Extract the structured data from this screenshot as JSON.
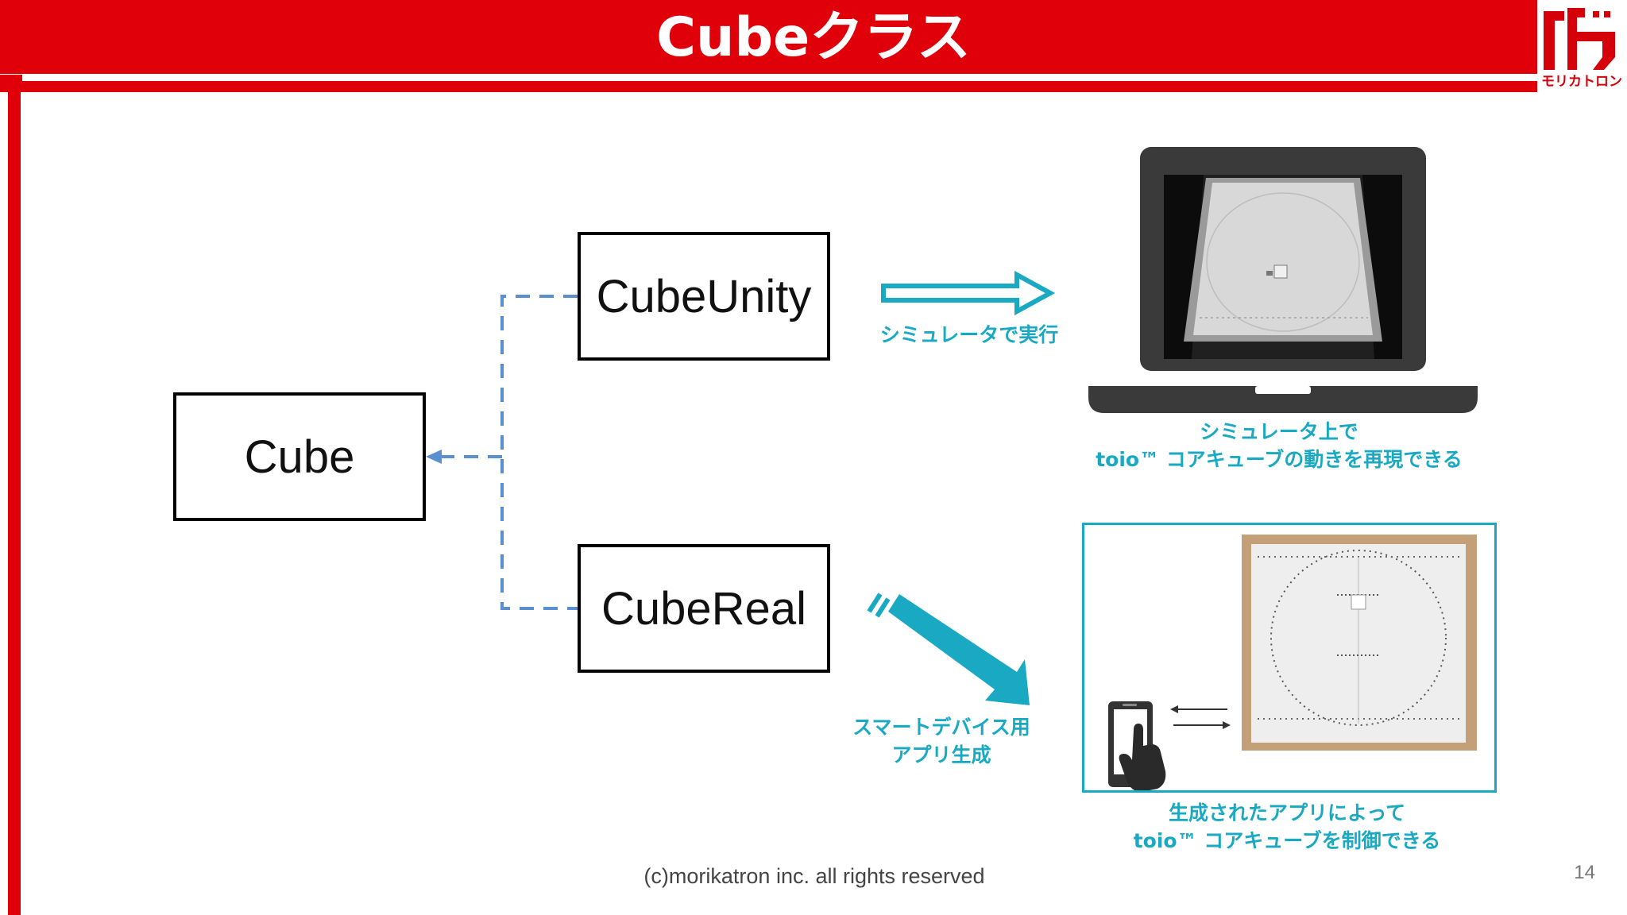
{
  "slide": {
    "title": "Cubeクラス",
    "page_number": "14",
    "footer": "(c)morikatron inc. all rights reserved"
  },
  "logo": {
    "text": "モリカトロン"
  },
  "diagram": {
    "nodes": {
      "cube": "Cube",
      "cube_unity": "CubeUnity",
      "cube_real": "CubeReal"
    }
  },
  "captions": {
    "simulator_run": "シミュレータで実行",
    "simulator_line1": "シミュレータ上で",
    "simulator_line2": "toio™ コアキューブの動きを再現できる",
    "app_line1": "スマートデバイス用",
    "app_line2": "アプリ生成",
    "real_line1": "生成されたアプリによって",
    "real_line2": "toio™ コアキューブを制御できる"
  },
  "colors": {
    "brand_red": "#e0000a",
    "accent_cyan": "#1aa9c2",
    "connector_blue": "#5a8fd0"
  }
}
